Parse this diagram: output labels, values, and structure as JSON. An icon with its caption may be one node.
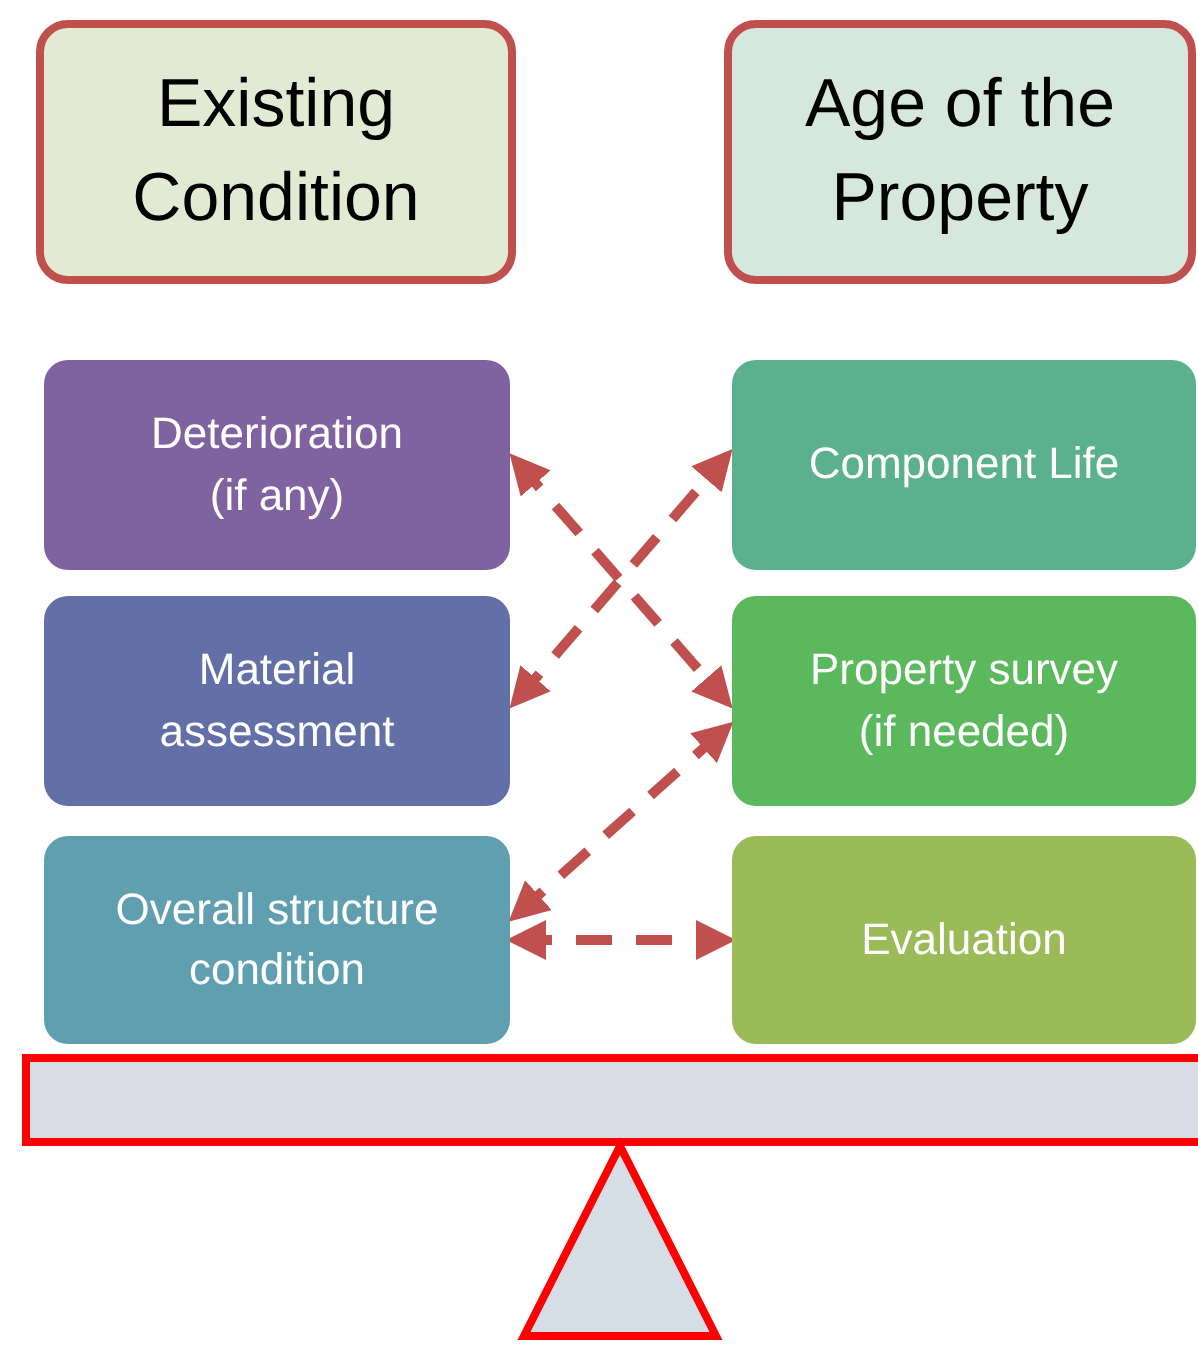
{
  "diagram": {
    "nodes": [
      {
        "text": [
          "Existing Condition"
        ]
      },
      {
        "text": [
          "Age of the Property"
        ]
      },
      {
        "text": [
          "Deterioration (if any)"
        ]
      },
      {
        "text": [
          "Component Life"
        ]
      },
      {
        "text": [
          "Material assessment"
        ]
      },
      {
        "text": [
          "Property survey (if needed)"
        ]
      },
      {
        "text": [
          "Overall structure condition"
        ]
      },
      {
        "text": [
          "Evaluation"
        ]
      }
    ],
    "edges": [
      {
        "from": 2,
        "to": 5,
        "arrow": "both",
        "style": "dashed"
      },
      {
        "from": 4,
        "to": 3,
        "arrow": "both",
        "style": "dashed"
      },
      {
        "from": 6,
        "to": 5,
        "arrow": "both",
        "style": "dashed"
      },
      {
        "from": 6,
        "to": 7,
        "arrow": "both",
        "style": "dashed"
      }
    ]
  }
}
